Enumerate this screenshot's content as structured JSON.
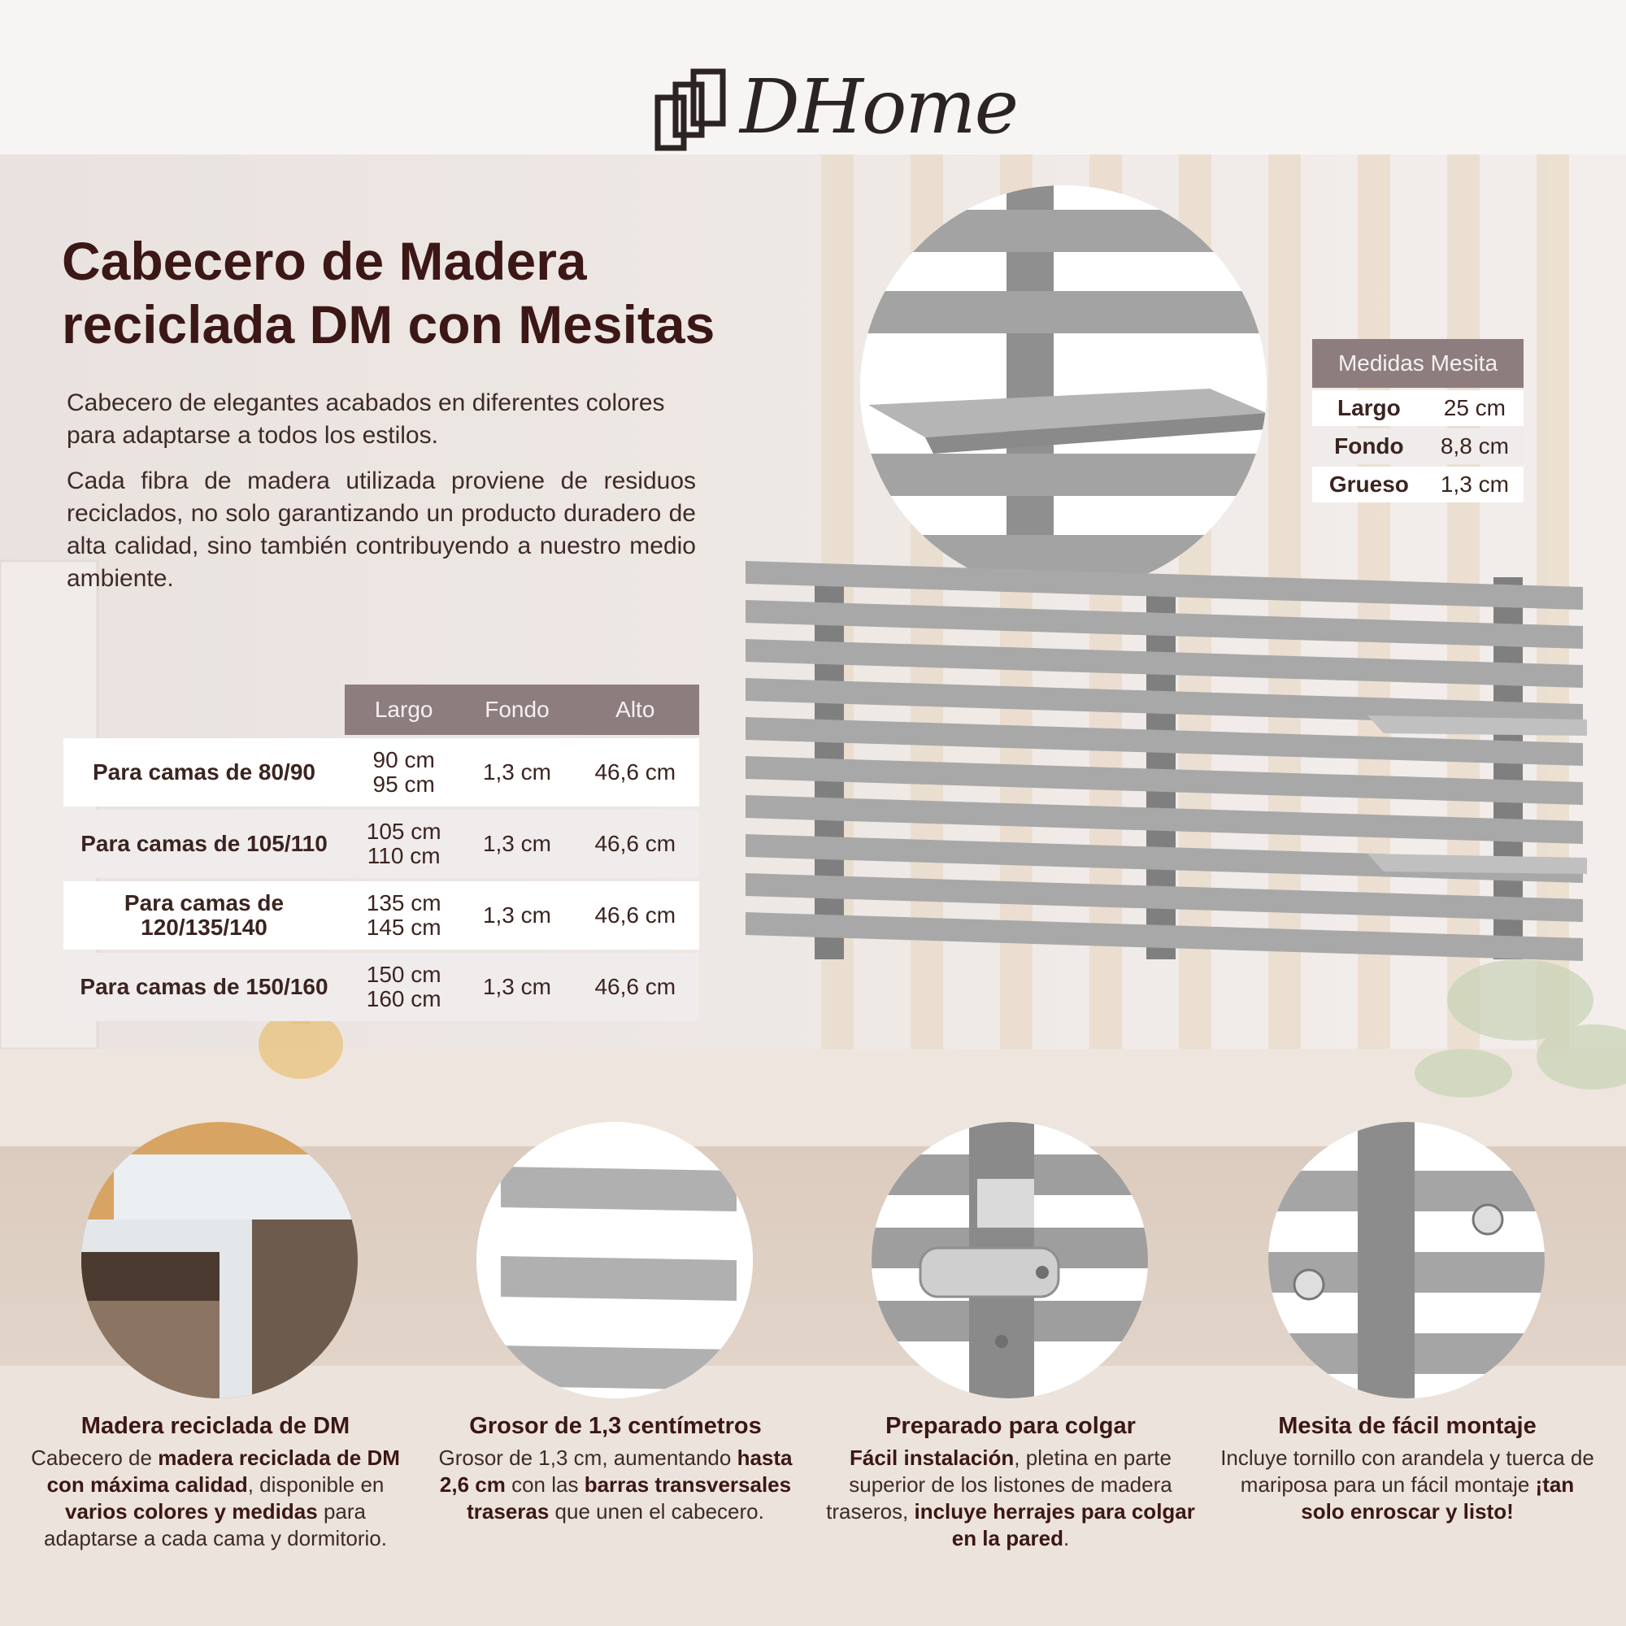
{
  "brand": {
    "name": "DHome"
  },
  "title_line1": "Cabecero de Madera",
  "title_line2": "reciclada DM con Mesitas",
  "description": [
    "Cabecero de elegantes acabados en diferentes colores para adaptarse a todos los estilos.",
    "Cada fibra de madera utilizada proviene de residuos reciclados, no solo garantizando un producto duradero de alta calidad, sino también contribuyendo a nuestro medio ambiente."
  ],
  "size_table": {
    "headers": [
      "Largo",
      "Fondo",
      "Alto"
    ],
    "rows": [
      {
        "label": "Para camas de 80/90",
        "largo_1": "90 cm",
        "largo_2": "95 cm",
        "fondo": "1,3 cm",
        "alto": "46,6 cm"
      },
      {
        "label": "Para camas de 105/110",
        "largo_1": "105 cm",
        "largo_2": "110 cm",
        "fondo": "1,3 cm",
        "alto": "46,6 cm"
      },
      {
        "label_1": "Para camas de",
        "label_2": "120/135/140",
        "largo_1": "135 cm",
        "largo_2": "145 cm",
        "fondo": "1,3 cm",
        "alto": "46,6 cm"
      },
      {
        "label": "Para camas de 150/160",
        "largo_1": "150 cm",
        "largo_2": "160 cm",
        "fondo": "1,3 cm",
        "alto": "46,6 cm"
      }
    ]
  },
  "mesita_table": {
    "header": "Medidas Mesita",
    "rows": [
      {
        "key": "Largo",
        "value": "25 cm"
      },
      {
        "key": "Fondo",
        "value": "8,8 cm"
      },
      {
        "key": "Grueso",
        "value": "1,3 cm"
      }
    ]
  },
  "features": [
    {
      "title": "Madera reciclada de DM",
      "t1": "Cabecero de ",
      "b1": "madera reciclada de DM con máxima calidad",
      "t2": ", disponible en ",
      "b2": "varios colores y medidas",
      "t3": " para adaptarse a cada cama y dormitorio."
    },
    {
      "title": "Grosor de 1,3 centímetros",
      "t1": "Grosor de 1,3 cm, aumentando ",
      "b1": "hasta 2,6 cm",
      "t2": " con las ",
      "b2": "barras transversales traseras",
      "t3": " que unen el cabecero."
    },
    {
      "title": "Preparado para colgar",
      "b1": "Fácil instalación",
      "t1": ", pletina en parte superior de los listones de madera traseros, ",
      "b2": "incluye herrajes para colgar en la pared",
      "t2": "."
    },
    {
      "title": "Mesita de fácil montaje",
      "t1": "Incluye tornillo con arandela y tuerca de mariposa para un fácil montaje ",
      "b1": "¡tan solo enroscar y listo!"
    }
  ],
  "colors": {
    "header_bg": "#8d7d7e",
    "title": "#3b1715",
    "slat_gray": "#9b9b9b"
  }
}
